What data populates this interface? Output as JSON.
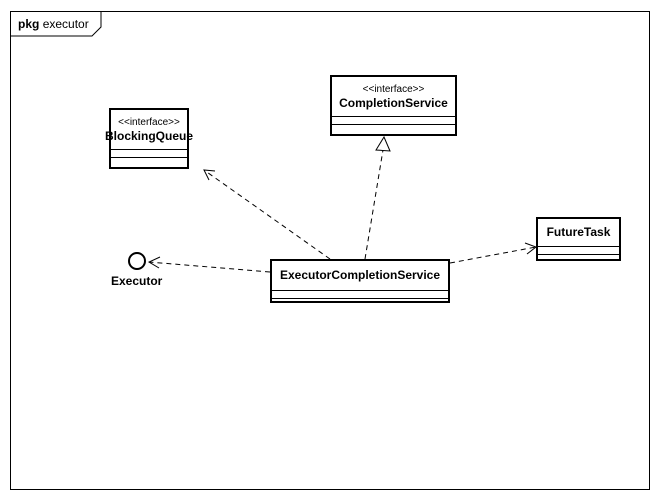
{
  "frame": {
    "keyword": "pkg",
    "name": "executor"
  },
  "classes": {
    "blocking_queue": {
      "stereotype": "<<interface>>",
      "name": "BlockingQueue"
    },
    "completion_service": {
      "stereotype": "<<interface>>",
      "name": "CompletionService"
    },
    "future_task": {
      "name": "FutureTask"
    },
    "executor_completion_service": {
      "name": "ExecutorCompletionService"
    }
  },
  "interfaces": {
    "executor": {
      "name": "Executor"
    }
  },
  "relations": [
    {
      "from": "ExecutorCompletionService",
      "to": "BlockingQueue",
      "kind": "dependency"
    },
    {
      "from": "ExecutorCompletionService",
      "to": "CompletionService",
      "kind": "realization"
    },
    {
      "from": "ExecutorCompletionService",
      "to": "FutureTask",
      "kind": "dependency"
    },
    {
      "from": "ExecutorCompletionService",
      "to": "Executor",
      "kind": "dependency"
    }
  ]
}
